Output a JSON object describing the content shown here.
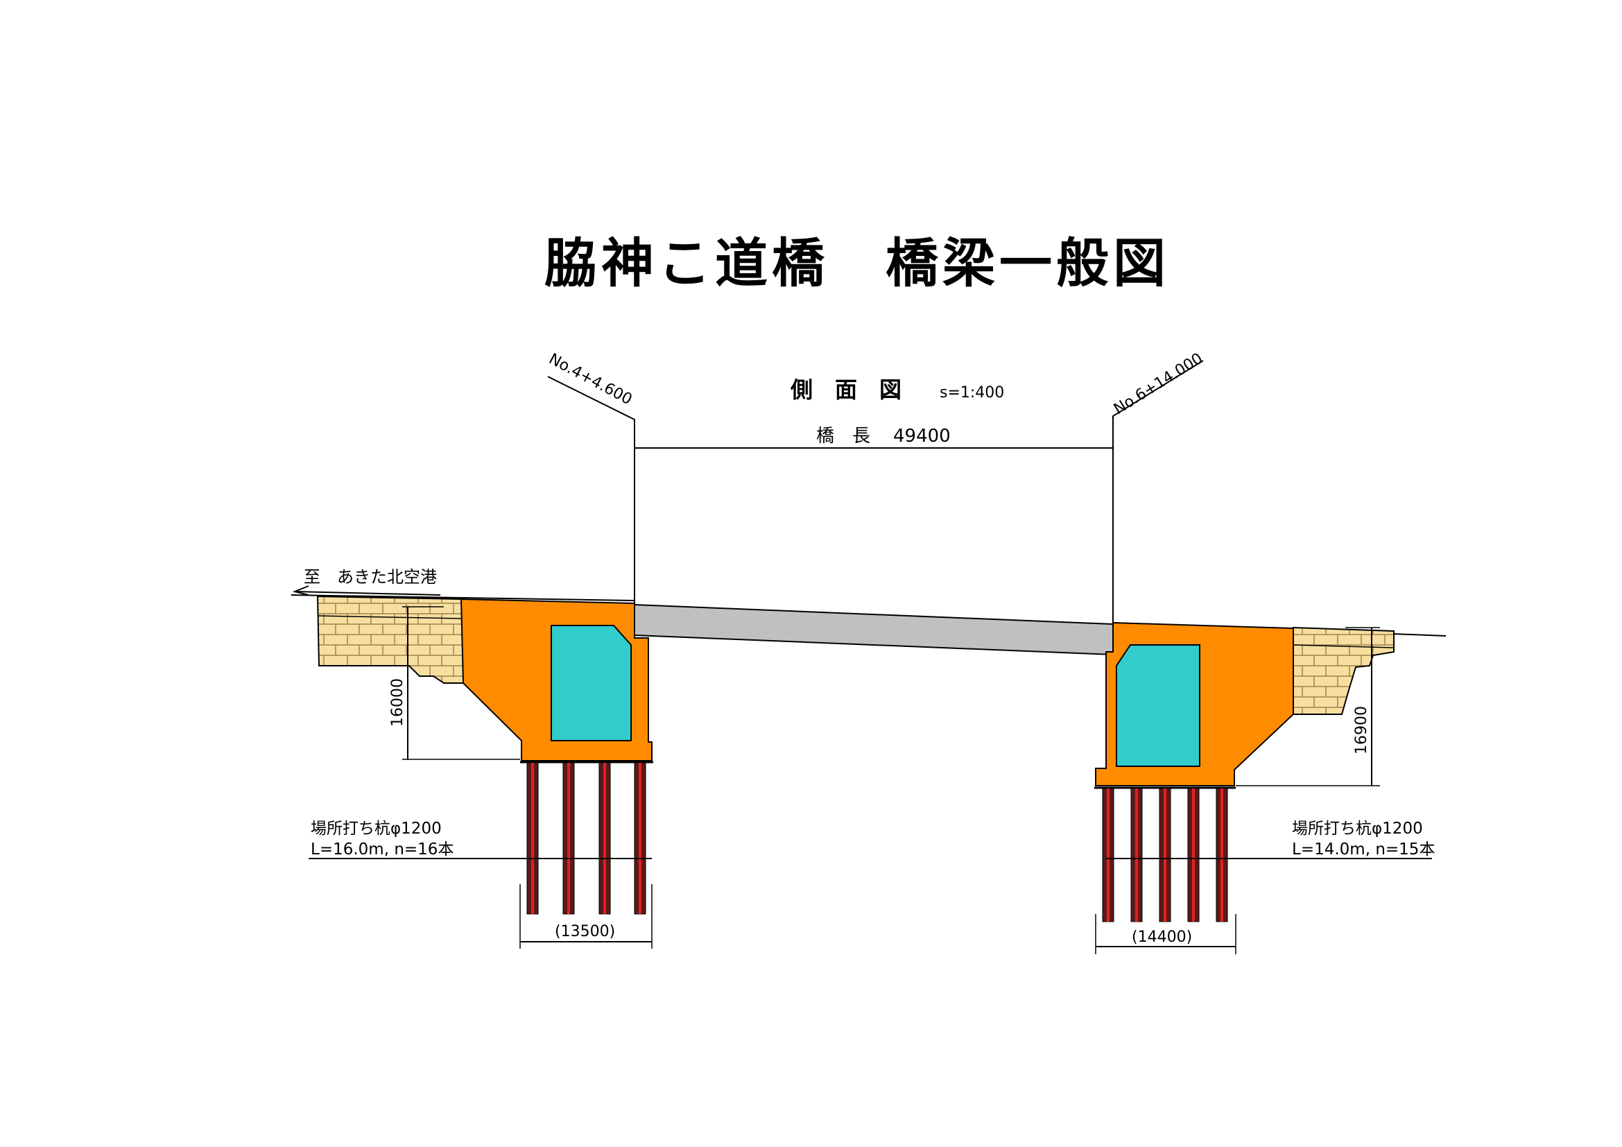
{
  "title": "脇神こ道橋　橋梁一般図",
  "side_view": {
    "label": "側　面　図",
    "scale": "s=1:400"
  },
  "stations": {
    "left": "No.4+4.600",
    "right": "No.6+14.000"
  },
  "bridge_length": {
    "label": "橋　長",
    "value": "49400"
  },
  "direction": "至　あきた北空港",
  "left_abutment": {
    "height": "16000",
    "pile_spec": "場所打ち杭φ1200",
    "pile_detail": "L=16.0m, n=16本",
    "pile_span": "(13500)"
  },
  "right_abutment": {
    "height": "16900",
    "pile_spec": "場所打ち杭φ1200",
    "pile_detail": "L=14.0m, n=15本",
    "pile_span": "(14400)"
  },
  "colors": {
    "abutment": "#ff8c00",
    "void": "#33cccc",
    "deck": "#c0c0c0",
    "embankment": "#f7dfa0",
    "pile": "#5a1a1a",
    "pile_core": "#e02020"
  }
}
